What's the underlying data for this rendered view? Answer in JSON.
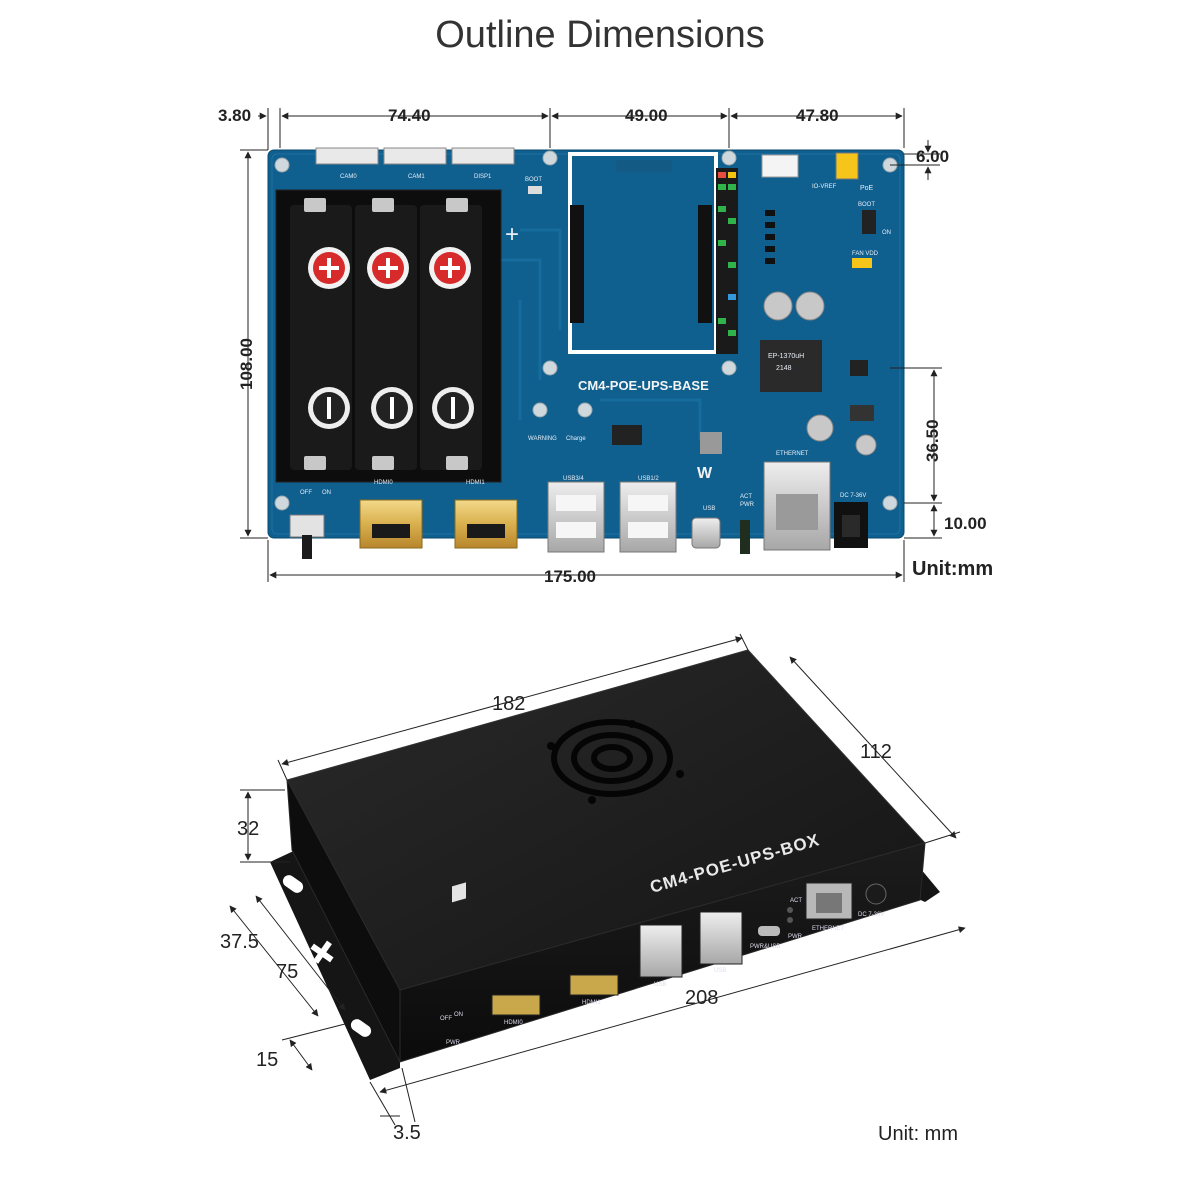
{
  "title": "Outline Dimensions",
  "board": {
    "label": "CM4-POE-UPS-BASE",
    "silkscreen": {
      "cam0": "CAM0",
      "cam1": "CAM1",
      "disp1": "DISP1",
      "boot_btn": "BOOT",
      "io_vref": "IO-VREF",
      "poe": "PoE",
      "boot": "BOOT",
      "on": "ON",
      "fan_vdd": "FAN VDD",
      "warning": "WARNING",
      "charge": "Charge",
      "usb34": "USB3/4",
      "usb12": "USB1/2",
      "usb": "USB",
      "hdmi0": "HDMI0",
      "hdmi1": "HDMI1",
      "ethernet": "ETHERNET",
      "dc_in": "DC 7-36V",
      "act": "ACT",
      "pwr": "PWR",
      "off": "OFF",
      "on_sw": "ON",
      "inductor": "EP-1370uH",
      "inductor2": "2148"
    },
    "dimensions": {
      "left_margin": "3.80",
      "seg1": "74.40",
      "seg2": "49.00",
      "seg3": "47.80",
      "top_right": "6.00",
      "height": "108.00",
      "right_mid": "36.50",
      "right_bottom": "10.00",
      "width": "175.00"
    },
    "unit": "Unit:mm"
  },
  "box": {
    "label": "CM4-POE-UPS-BOX",
    "panel_labels": {
      "off": "OFF",
      "on": "ON",
      "pwr": "PWR",
      "hdmi0": "HDMI0",
      "hdmi1": "HDMI1",
      "usb_a": "USB",
      "usb_b": "USB",
      "pwr_usb": "PWR&USB",
      "act": "ACT",
      "pwr2": "PWR",
      "ethernet": "ETHERNET",
      "dc": "DC 7-36V"
    },
    "dimensions": {
      "length": "182",
      "depth": "112",
      "height": "32",
      "d375": "37.5",
      "d75": "75",
      "d15": "15",
      "d35": "3.5",
      "base_len": "208"
    },
    "unit": "Unit: mm"
  }
}
